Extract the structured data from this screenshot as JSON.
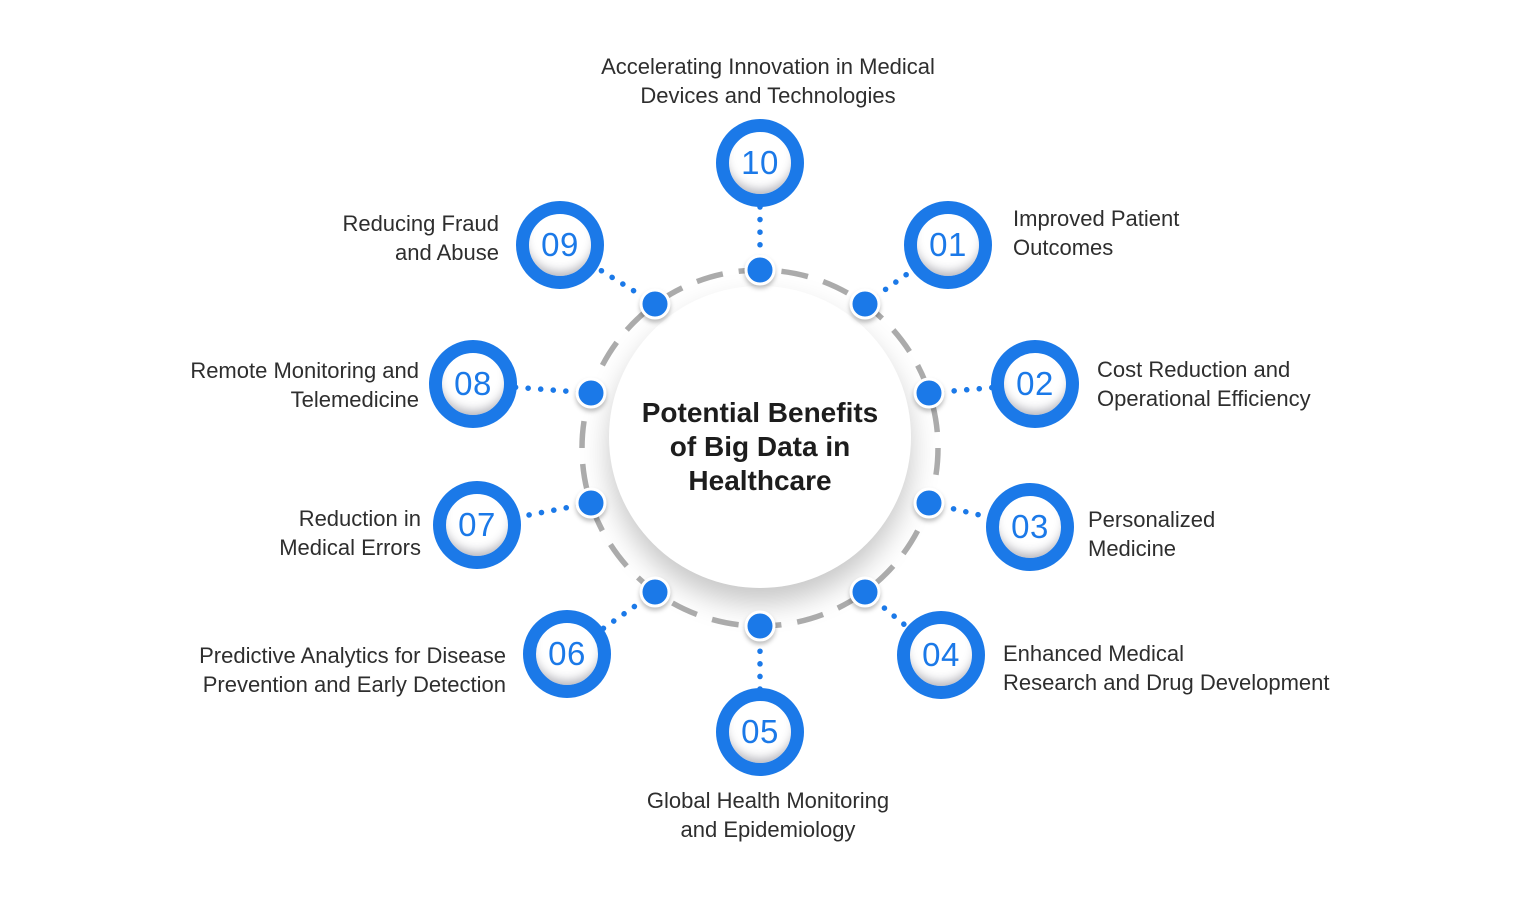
{
  "title": "Potential Benefits\nof Big Data in\nHealthcare",
  "colors": {
    "accent": "#1b79e8",
    "ring_dash": "#ababab",
    "label_text": "#2e2e2e",
    "title_text": "#1d1d1d",
    "background": "#ffffff"
  },
  "items": [
    {
      "num": "01",
      "label": "Improved Patient\nOutcomes"
    },
    {
      "num": "02",
      "label": "Cost Reduction and\nOperational Efficiency"
    },
    {
      "num": "03",
      "label": "Personalized\nMedicine"
    },
    {
      "num": "04",
      "label": "Enhanced Medical\nResearch and Drug Development"
    },
    {
      "num": "05",
      "label": "Global Health Monitoring\nand Epidemiology"
    },
    {
      "num": "06",
      "label": "Predictive Analytics for Disease\nPrevention and Early Detection"
    },
    {
      "num": "07",
      "label": "Reduction in\nMedical Errors"
    },
    {
      "num": "08",
      "label": "Remote Monitoring and\nTelemedicine"
    },
    {
      "num": "09",
      "label": "Reducing Fraud\nand Abuse"
    },
    {
      "num": "10",
      "label": "Accelerating Innovation in Medical\nDevices and Technologies"
    }
  ]
}
